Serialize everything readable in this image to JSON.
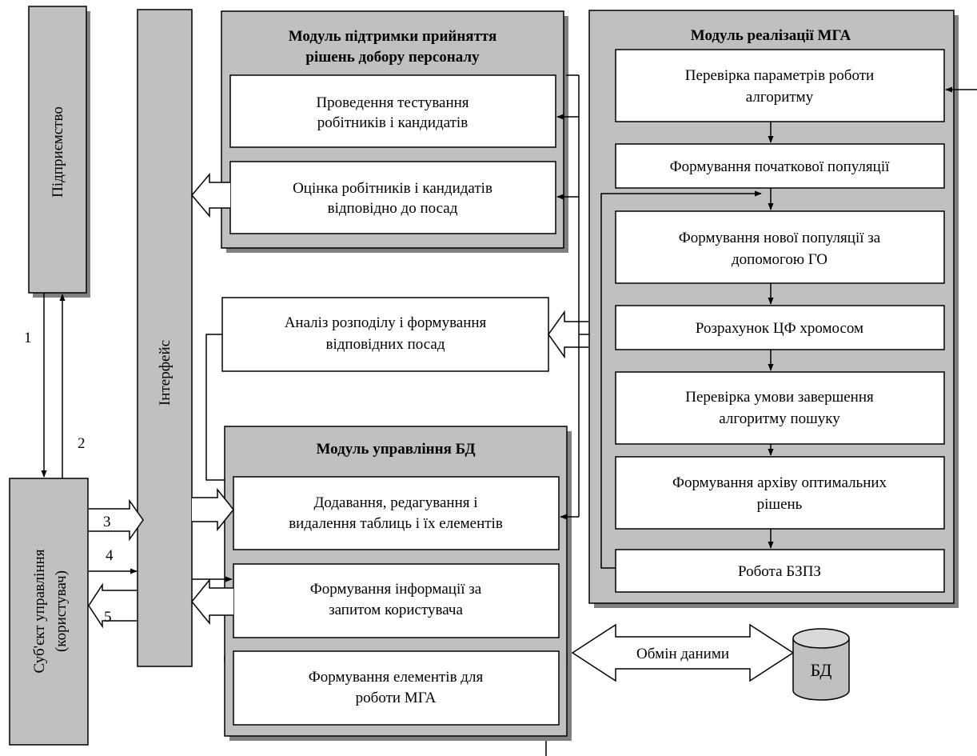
{
  "colors": {
    "module_fill": "#c0c0c0",
    "shadow": "#808080",
    "box_fill": "#ffffff",
    "line": "#000000",
    "db_fill": "#c0c0c0"
  },
  "enterprise": {
    "label": "Підприємство"
  },
  "interface": {
    "label": "Інтерфейс"
  },
  "subject": {
    "line1": "Суб'єкт управління",
    "line2": "(користувач)"
  },
  "flows": {
    "n1": "1",
    "n2": "2",
    "n3": "3",
    "n4": "4",
    "n5": "5"
  },
  "decision_module": {
    "title1": "Модуль підтримки прийняття",
    "title2": "рішень добору персоналу",
    "testing": {
      "line1": "Проведення тестування",
      "line2": "робітників і кандидатів"
    },
    "evaluation": {
      "line1": "Оцінка робітників і кандидатів",
      "line2": "відповідно до посад"
    }
  },
  "analysis": {
    "line1": "Аналіз розподілу і формування",
    "line2": "відповідних посад"
  },
  "db_module": {
    "title": "Модуль управління БД",
    "add_edit": {
      "line1": "Додавання, редагування і",
      "line2": "видалення таблиць і їх елементів"
    },
    "query": {
      "line1": "Формування інформації за",
      "line2": "запитом користувача"
    },
    "elements": {
      "line1": "Формування елементів для",
      "line2": "роботи МГА"
    }
  },
  "mga_module": {
    "title": "Модуль реалізації МГА",
    "check_params": {
      "line1": "Перевірка параметрів роботи",
      "line2": "алгоритму"
    },
    "initial_population": "Формування початкової популяції",
    "new_population": {
      "line1": "Формування нової популяції за",
      "line2": "допомогою ГО"
    },
    "fitness": "Розрахунок ЦФ хромосом",
    "termination": {
      "line1": "Перевірка умови завершення",
      "line2": "алгоритму пошуку"
    },
    "archive": {
      "line1": "Формування  архіву оптимальних",
      "line2": "рішень"
    },
    "kb_work": "Робота БЗПЗ"
  },
  "exchange": {
    "label": "Обмін даними"
  },
  "database": {
    "label": "БД"
  }
}
